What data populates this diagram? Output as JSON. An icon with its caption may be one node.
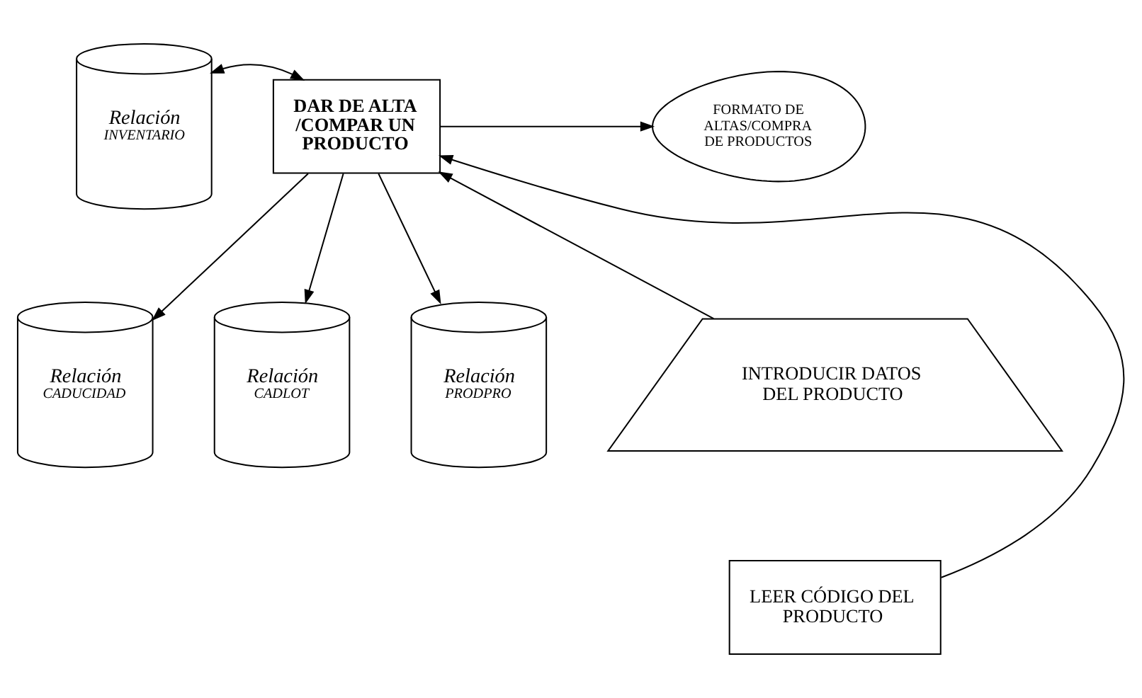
{
  "diagram": {
    "nodes": [
      {
        "text": [
          "Relación",
          "INVENTARIO"
        ]
      },
      {
        "text": [
          "DAR DE ALTA /COMPAR UN PRODUCTO"
        ]
      },
      {
        "text": [
          "FORMATO DE ALTAS/COMPRA DE PRODUCTOS"
        ]
      },
      {
        "text": [
          "INTRODUCIR DATOS DEL PRODUCTO"
        ]
      },
      {
        "text": [
          "Relación",
          "CADUCIDAD"
        ]
      },
      {
        "text": [
          "Relación",
          "CADLOT"
        ]
      },
      {
        "text": [
          "Relación",
          "PRODPRO"
        ]
      },
      {
        "text": [
          "LEER CÓDIGO DEL PRODUCTO"
        ]
      }
    ],
    "edges": [
      {
        "from": 0,
        "to": 1,
        "arrow": "both"
      },
      {
        "from": 1,
        "to": 2,
        "arrow": "to"
      },
      {
        "from": 1,
        "to": 4,
        "arrow": "to"
      },
      {
        "from": 1,
        "to": 5,
        "arrow": "to"
      },
      {
        "from": 1,
        "to": 6,
        "arrow": "to"
      },
      {
        "from": 3,
        "to": 1,
        "arrow": "to"
      },
      {
        "from": 7,
        "to": 1,
        "arrow": "to"
      }
    ]
  }
}
